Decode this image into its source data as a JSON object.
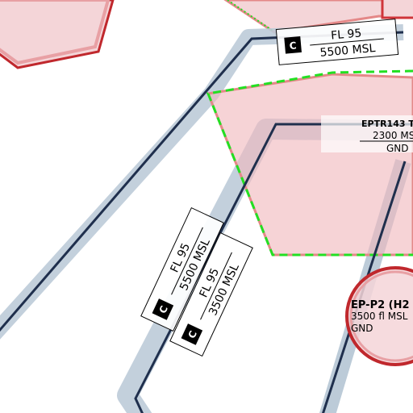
{
  "colors": {
    "zone_fill": "#f4c9cd",
    "zone_stroke": "#e48888",
    "zone_stroke_dark": "#c0282d",
    "boundary_green": "#22e022",
    "corridor": "#bccbd8",
    "route": "#1f2f4d",
    "badge": "#000000"
  },
  "route_labels": [
    {
      "class_letter": "C",
      "upper": "FL 95",
      "lower": "5500 MSL"
    },
    {
      "class_letter": "C",
      "upper": "FL 95",
      "lower": "5500 MSL"
    },
    {
      "class_letter": "C",
      "upper": "FL 95",
      "lower": "3500 MSL"
    }
  ],
  "airspace_eptr143": {
    "name": "EPTR143 T",
    "upper": "2300 MS",
    "lower": "GND"
  },
  "airspace_ep_p2": {
    "name": "EP-P2 (H2",
    "upper": "3500 fl MSL",
    "lower": "GND"
  }
}
